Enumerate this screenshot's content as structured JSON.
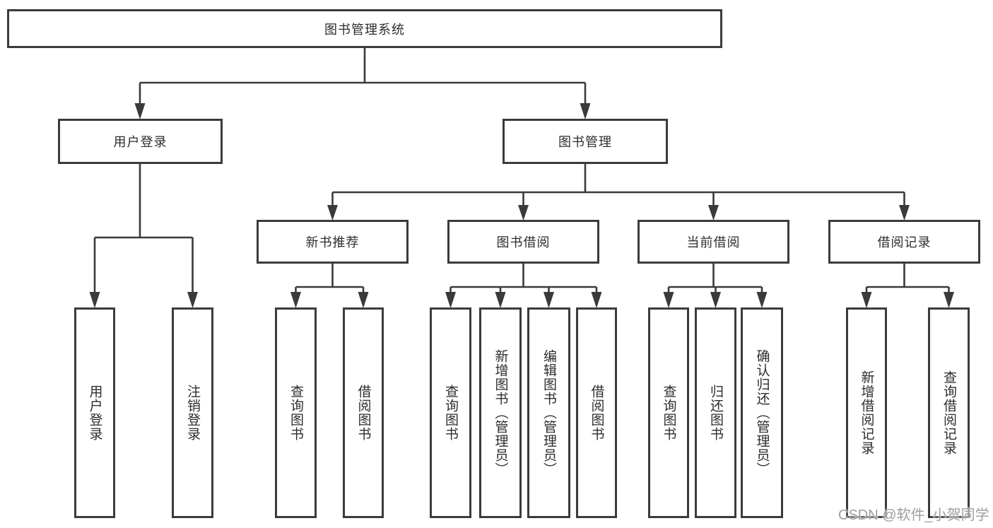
{
  "tree": {
    "root": "图书管理系统",
    "level2": [
      {
        "label": "用户登录",
        "children": [
          "用户登录",
          "注销登录"
        ]
      },
      {
        "label": "图书管理"
      }
    ],
    "level3": [
      {
        "label": "新书推荐",
        "children": [
          "查询图书",
          "借阅图书"
        ]
      },
      {
        "label": "图书借阅",
        "children": [
          "查询图书",
          "新增图书（管理员）",
          "编辑图书（管理员）",
          "借阅图书"
        ]
      },
      {
        "label": "当前借阅",
        "children": [
          "查询图书",
          "归还图书",
          "确认归还（管理员）"
        ]
      },
      {
        "label": "借阅记录",
        "children": [
          "新增借阅记录",
          "查询借阅记录"
        ]
      }
    ]
  },
  "watermark": "CSDN @软件_小贺同学",
  "colors": {
    "line": "#3a3a3a",
    "border": "#3b3b3b",
    "text": "#2d2d2d",
    "watermark": "#9e9e9e",
    "background": "#ffffff"
  }
}
